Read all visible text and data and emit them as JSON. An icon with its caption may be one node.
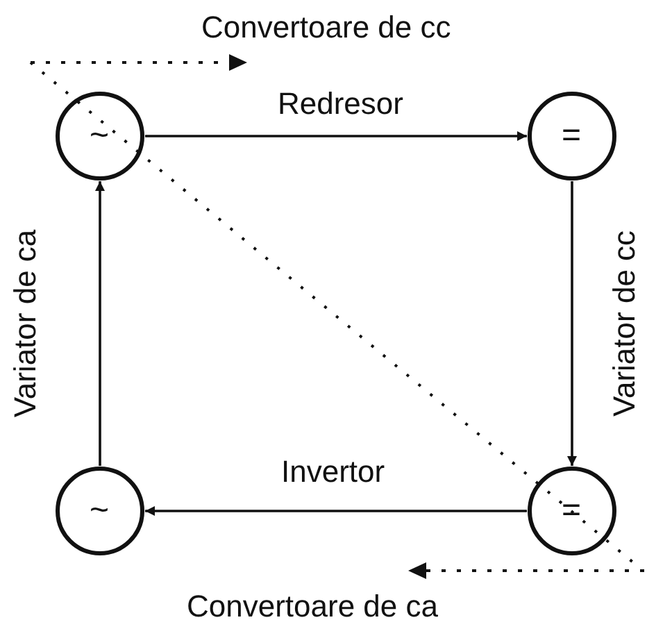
{
  "diagram": {
    "nodes": [
      {
        "text": [
          "~"
        ]
      },
      {
        "text": [
          "="
        ]
      },
      {
        "text": [
          "="
        ]
      },
      {
        "text": [
          "~"
        ]
      }
    ],
    "edges": [
      {
        "from": 0,
        "to": 1,
        "arrow": "to",
        "label": "Redresor"
      },
      {
        "from": 1,
        "to": 2,
        "arrow": "to",
        "label": "Variator de cc"
      },
      {
        "from": 2,
        "to": 3,
        "arrow": "to",
        "label": "Invertor"
      },
      {
        "from": 3,
        "to": 0,
        "arrow": "to",
        "label": "Variator de ca"
      }
    ],
    "labels": [
      "Convertoare de cc",
      "Convertoare de ca"
    ]
  }
}
